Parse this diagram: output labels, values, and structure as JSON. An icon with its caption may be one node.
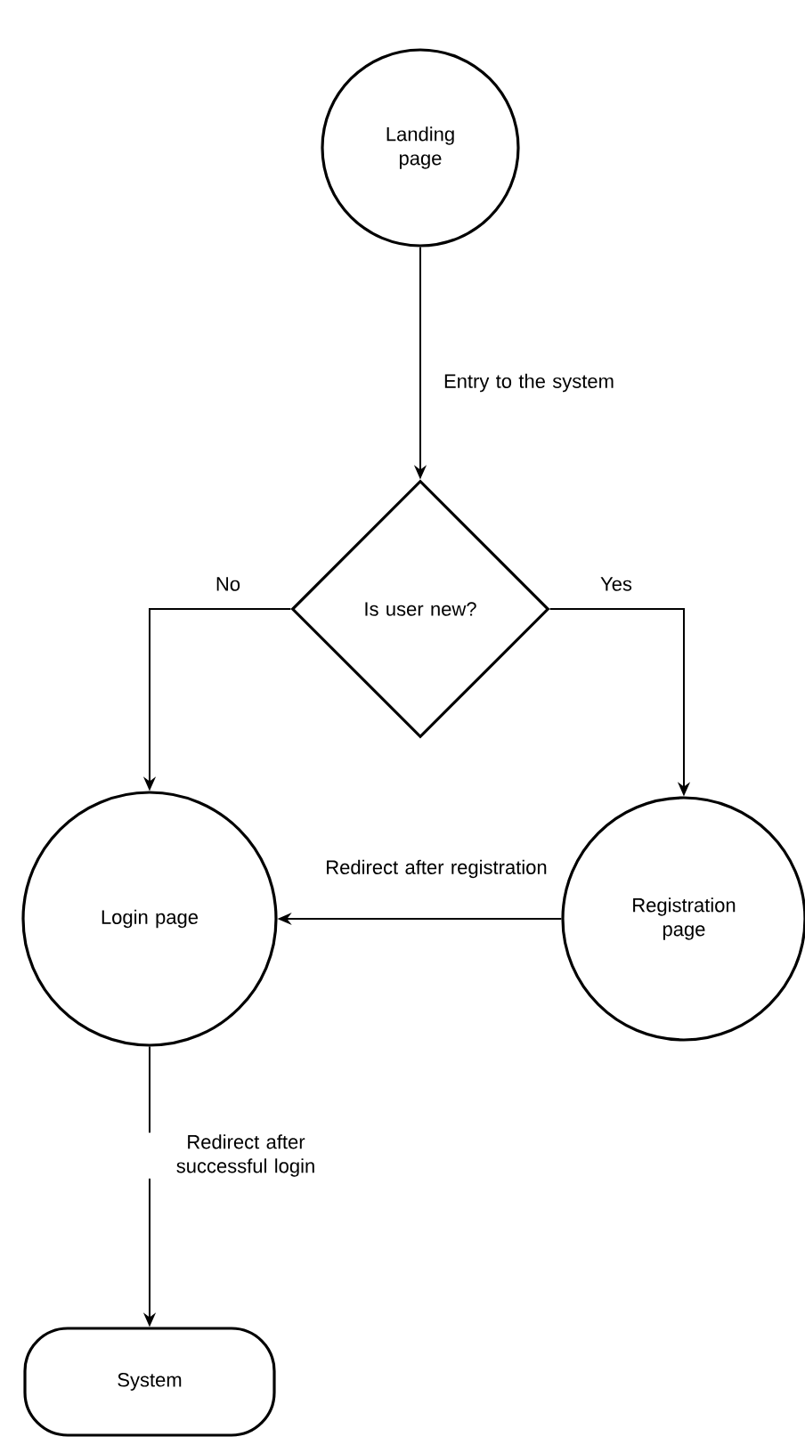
{
  "diagram": {
    "nodes": [
      {
        "text": [
          "Landing page"
        ]
      },
      {
        "text": [
          "Is user new?"
        ]
      },
      {
        "text": [
          "Login page"
        ]
      },
      {
        "text": [
          "Registration page"
        ]
      },
      {
        "text": [
          "System"
        ]
      }
    ],
    "edges": [
      {
        "from": 0,
        "to": 1,
        "arrow": "to",
        "label": "Entry to the system"
      },
      {
        "from": 1,
        "to": 2,
        "arrow": "to",
        "label": "No"
      },
      {
        "from": 1,
        "to": 3,
        "arrow": "to",
        "label": "Yes"
      },
      {
        "from": 3,
        "to": 2,
        "arrow": "to",
        "label": "Redirect after registration"
      },
      {
        "from": 2,
        "to": 4,
        "arrow": "to",
        "label": "Redirect after successful login"
      }
    ]
  }
}
